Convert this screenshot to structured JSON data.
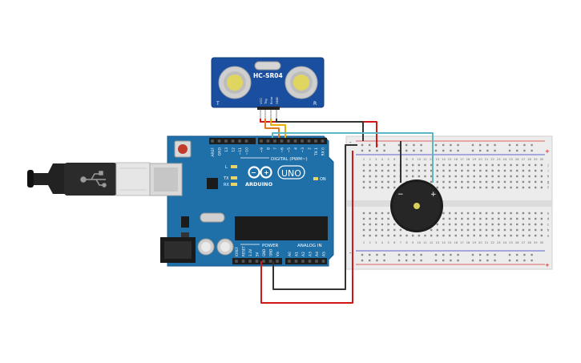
{
  "sensor": {
    "title": "HC-SR04",
    "left_marker": "T",
    "right_marker": "R",
    "pins": [
      "VCC",
      "Trig",
      "Echo",
      "GND"
    ]
  },
  "arduino": {
    "brand": "ARDUINO",
    "model": "UNO",
    "digital_label": "DIGITAL (PWM~)",
    "power_label": "POWER",
    "analog_label": "ANALOG IN",
    "on_label": "ON",
    "led_labels": [
      "L",
      "TX",
      "RX"
    ],
    "digital_pins": [
      "AREF",
      "GND",
      "13",
      "12",
      "~11",
      "~10",
      "~9",
      "8",
      "7",
      "~6",
      "~5",
      "4",
      "~3",
      "2",
      "TX 1",
      "RX 0"
    ],
    "power_pins": [
      "IOREF",
      "RESET",
      "3.3V",
      "5V",
      "GND",
      "GND",
      "Vin"
    ],
    "analog_pins": [
      "A0",
      "A1",
      "A2",
      "A3",
      "A4",
      "A5"
    ]
  },
  "breadboard": {
    "columns": [
      "1",
      "2",
      "3",
      "4",
      "5",
      "6",
      "7",
      "8",
      "9",
      "10",
      "11",
      "12",
      "13",
      "14",
      "15",
      "16",
      "17",
      "18",
      "19",
      "20",
      "21",
      "22",
      "23",
      "24",
      "25",
      "26",
      "27",
      "28",
      "29",
      "30"
    ],
    "rows_top": [
      "j",
      "i",
      "h",
      "g",
      "f"
    ],
    "rows_bottom": [
      "e",
      "d",
      "c",
      "b",
      "a"
    ],
    "rail_minus": "-",
    "rail_plus": "+"
  },
  "buzzer": {
    "minus": "−",
    "plus": "+"
  },
  "colors": {
    "board": "#1f6fa8",
    "sensor_board": "#1a4fa0",
    "wire_red": "#d01818",
    "wire_black": "#333333",
    "wire_yellow": "#e8b000",
    "wire_orange": "#e07a1a",
    "wire_cyan": "#5ab8c4",
    "breadboard": "#ececec"
  }
}
